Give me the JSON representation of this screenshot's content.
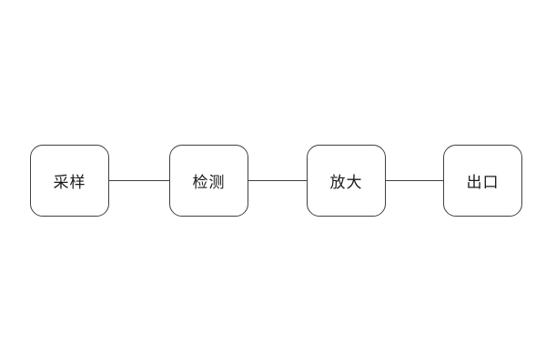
{
  "diagram": {
    "type": "flowchart",
    "direction": "left-to-right",
    "nodes": [
      {
        "id": "node-1",
        "label": "采样"
      },
      {
        "id": "node-2",
        "label": "检测"
      },
      {
        "id": "node-3",
        "label": "放大"
      },
      {
        "id": "node-4",
        "label": "出口"
      }
    ],
    "connections": [
      {
        "from": "node-1",
        "to": "node-2"
      },
      {
        "from": "node-2",
        "to": "node-3"
      },
      {
        "from": "node-3",
        "to": "node-4"
      }
    ],
    "colors": {
      "background": "#ffffff",
      "node_fill": "#ffffff",
      "node_border": "#3f3f3f",
      "connector": "#3f3f3f",
      "text": "#1a1a1a"
    }
  }
}
